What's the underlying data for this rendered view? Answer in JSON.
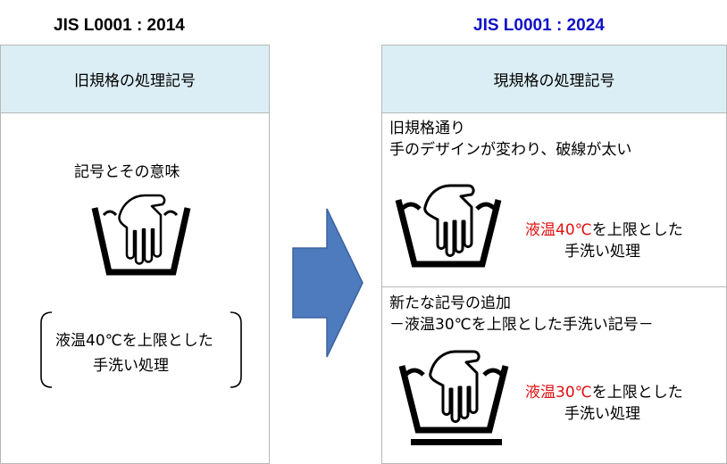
{
  "left": {
    "standard_title": "JIS  L0001 : 2014",
    "header": "旧規格の処理記号",
    "caption": "記号とその意味",
    "meaning_line1": "液温40℃を上限とした",
    "meaning_line2": "手洗い処理"
  },
  "right": {
    "standard_title": "JIS  L0001 : 2024",
    "header": "現規格の処理記号",
    "section1": {
      "line1": "旧規格通り",
      "line2": "手のデザインが変わり、破線が太い",
      "meaning_red": "液温40℃",
      "meaning_rest": "を上限とした",
      "meaning_line2": "手洗い処理"
    },
    "section2": {
      "line1": "新たな記号の追加",
      "line2": "－液温30℃を上限とした手洗い記号－",
      "meaning_red": "液温30℃",
      "meaning_rest": "を上限とした",
      "meaning_line2": "手洗い処理"
    }
  },
  "colors": {
    "header_bg": "#dbeef5",
    "arrow_fill": "#4e7bbd",
    "new_title": "#1010c8",
    "temperature_highlight": "#e01010"
  },
  "icons": [
    "hand-wash-tub-old-icon",
    "hand-wash-tub-new-icon",
    "hand-wash-tub-30-icon",
    "right-arrow-icon"
  ]
}
